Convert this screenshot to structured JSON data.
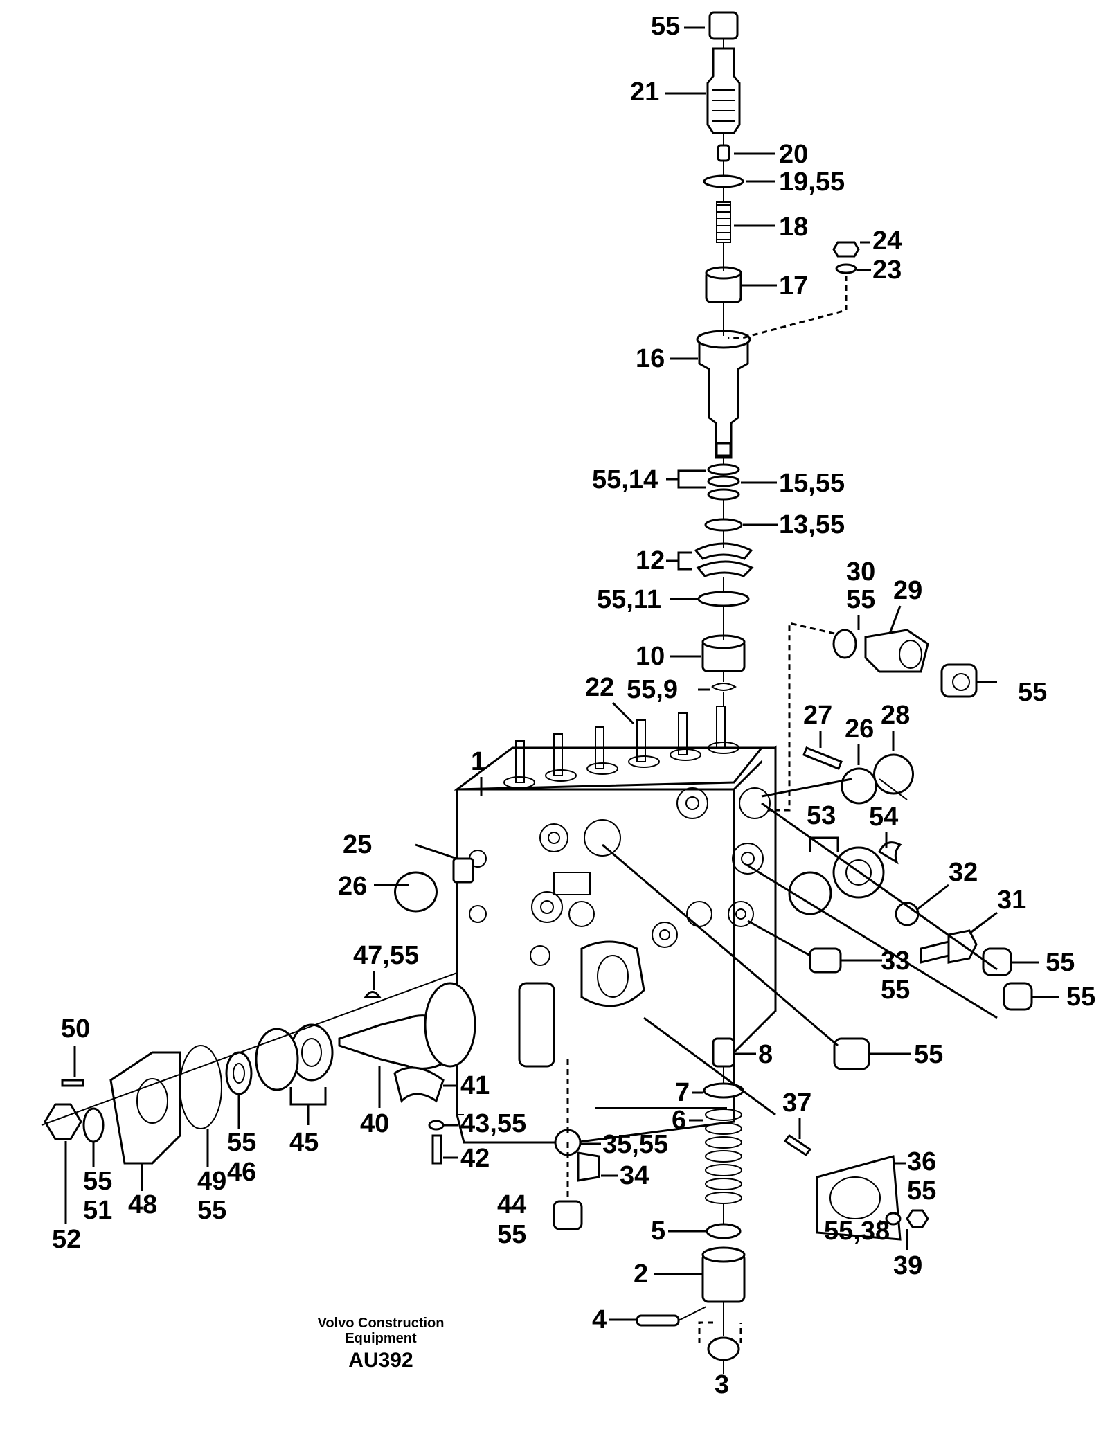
{
  "footer": {
    "brand_line1": "Volvo Construction",
    "brand_line2": "Equipment",
    "code": "AU392"
  },
  "labels": {
    "l55a": "55",
    "l21": "21",
    "l20": "20",
    "l19_55": "19,55",
    "l18": "18",
    "l24": "24",
    "l23": "23",
    "l17": "17",
    "l16": "16",
    "l55_14": "55,14",
    "l15_55": "15,55",
    "l13_55": "13,55",
    "l12": "12",
    "l55_11": "55,11",
    "l10": "10",
    "l55_9": "55,9",
    "l22": "22",
    "l30": "30",
    "l55b": "55",
    "l29": "29",
    "l55c": "55",
    "l27": "27",
    "l26a": "26",
    "l28": "28",
    "l1": "1",
    "l53": "53",
    "l54": "54",
    "l25": "25",
    "l26b": "26",
    "l32": "32",
    "l31": "31",
    "l55d": "55",
    "l33": "33",
    "l55e": "55",
    "l55f": "55",
    "l47_55": "47,55",
    "l50": "50",
    "l55g": "55",
    "l8": "8",
    "l37": "37",
    "l7": "7",
    "l41": "41",
    "l6": "6",
    "l43_55": "43,55",
    "l40": "40",
    "l35_55": "35,55",
    "l42": "42",
    "l34": "34",
    "l36": "36",
    "l55h": "55",
    "l55i": "55",
    "l46": "46",
    "l45": "45",
    "l49": "49",
    "l55j": "55",
    "l51": "51",
    "l48": "48",
    "l55k": "55",
    "l52": "52",
    "l44": "44",
    "l55l": "55",
    "l5": "5",
    "l55_38": "55,38",
    "l39": "39",
    "l2": "2",
    "l4": "4",
    "l3": "3"
  }
}
